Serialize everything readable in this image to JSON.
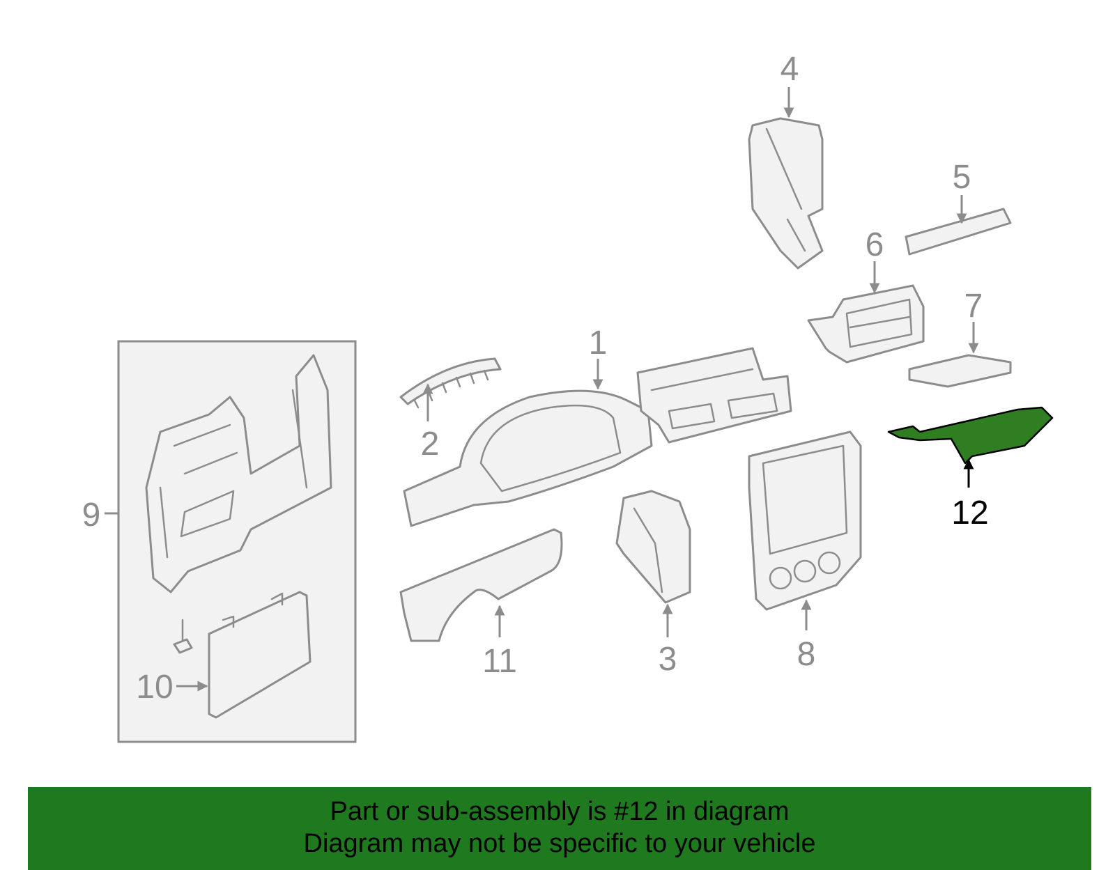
{
  "diagram": {
    "callouts": [
      "1",
      "2",
      "3",
      "4",
      "5",
      "6",
      "7",
      "8",
      "9",
      "10",
      "11",
      "12"
    ],
    "highlighted_callout": "12",
    "colors": {
      "outline": "#8c8c8c",
      "highlight": "#2f7f22",
      "banner": "#1f7a1f"
    }
  },
  "banner": {
    "line1": "Part or sub-assembly is #12 in diagram",
    "line2": "Diagram may not be specific to your vehicle"
  }
}
